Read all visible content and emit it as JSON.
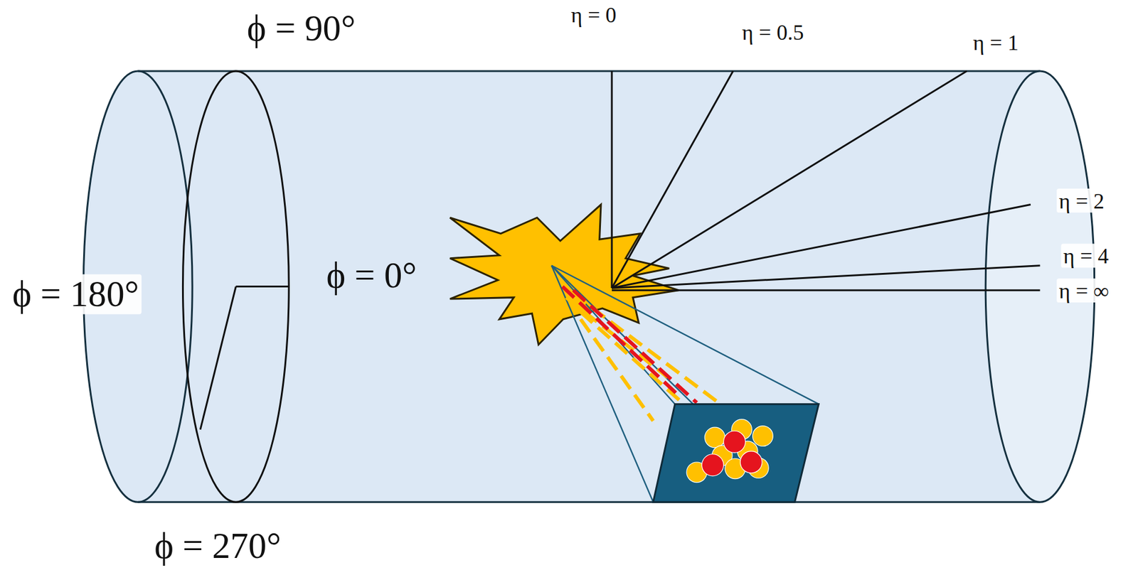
{
  "diagram": {
    "labels": [
      "ϕ = 90°",
      "ϕ = 0°",
      "ϕ = 180°",
      "ϕ = 270°",
      "η = 0",
      "η = 0.5",
      "η = 1",
      "η = 2",
      "η = 4",
      "η = ∞"
    ]
  }
}
